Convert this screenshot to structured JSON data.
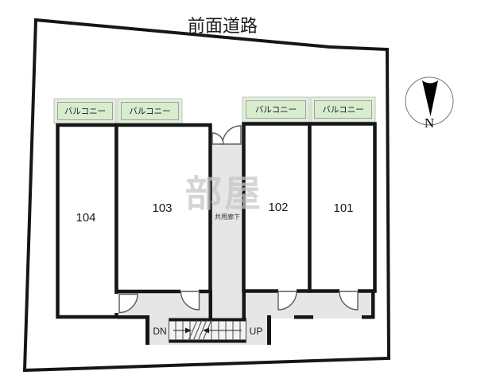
{
  "road_label": "前面道路",
  "compass": {
    "letter": "N"
  },
  "watermark": "部屋",
  "balconies": [
    {
      "label": "バルコニー"
    },
    {
      "label": "バルコニー"
    },
    {
      "label": "バルコニー"
    },
    {
      "label": "バルコニー"
    }
  ],
  "rooms": [
    {
      "number": "104"
    },
    {
      "number": "103"
    },
    {
      "number": "102"
    },
    {
      "number": "101"
    }
  ],
  "corridor": {
    "label": "共用廊下"
  },
  "stairs": {
    "down_label": "DN",
    "up_label": "UP"
  },
  "colors": {
    "wall": "#161616",
    "text": "#1a1a1a",
    "corridor_fill": "#e6e6e6",
    "stair_fill": "#f3f3f3",
    "balcony_fill": "#e0f0d8",
    "balcony_inner_fill": "#d8ecce",
    "balcony_border": "#9f9f9f",
    "door_stroke": "#5a5a5a",
    "watermark": "#c6c6c6"
  }
}
